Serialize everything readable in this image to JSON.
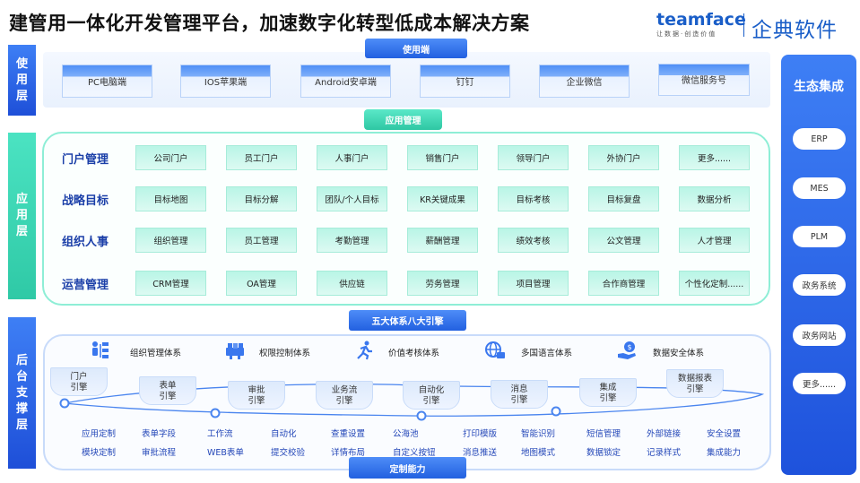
{
  "title": "建管用一体化开发管理平台，加速数字化转型低成本解决方案",
  "logo": {
    "brand": "teamface",
    "slogan": "让数据·创造价值",
    "company": "企典软件"
  },
  "layers": {
    "user": "使用层",
    "app": "应用层",
    "backend": "后台支撑层"
  },
  "pills": {
    "user": "使用端",
    "app": "应用管理",
    "engine": "五大体系八大引擎",
    "custom": "定制能力"
  },
  "user_endpoints": [
    "PC电脑端",
    "IOS苹果端",
    "Android安卓端",
    "钉钉",
    "企业微信",
    "微信服务号"
  ],
  "app_rows": [
    {
      "label": "门户管理",
      "items": [
        "公司门户",
        "员工门户",
        "人事门户",
        "销售门户",
        "领导门户",
        "外协门户",
        "更多......"
      ]
    },
    {
      "label": "战略目标",
      "items": [
        "目标地图",
        "目标分解",
        "团队/个人目标",
        "KR关键成果",
        "目标考核",
        "目标复盘",
        "数据分析"
      ]
    },
    {
      "label": "组织人事",
      "items": [
        "组织管理",
        "员工管理",
        "考勤管理",
        "薪酬管理",
        "绩效考核",
        "公文管理",
        "人才管理"
      ]
    },
    {
      "label": "运营管理",
      "items": [
        "CRM管理",
        "OA管理",
        "供应链",
        "劳务管理",
        "项目管理",
        "合作商管理",
        "个性化定制......"
      ]
    }
  ],
  "systems": [
    {
      "label": "组织管理体系",
      "icon": "org-chart-icon"
    },
    {
      "label": "权限控制体系",
      "icon": "permission-icon"
    },
    {
      "label": "价值考核体系",
      "icon": "runner-icon"
    },
    {
      "label": "多国语言体系",
      "icon": "globe-icon"
    },
    {
      "label": "数据安全体系",
      "icon": "money-hand-icon"
    }
  ],
  "engines": [
    {
      "line1": "门户",
      "line2": "引擎"
    },
    {
      "line1": "表单",
      "line2": "引擎"
    },
    {
      "line1": "审批",
      "line2": "引擎"
    },
    {
      "line1": "业务流",
      "line2": "引擎"
    },
    {
      "line1": "自动化",
      "line2": "引擎"
    },
    {
      "line1": "消息",
      "line2": "引擎"
    },
    {
      "line1": "集成",
      "line2": "引擎"
    },
    {
      "line1": "数据报表",
      "line2": "引擎"
    }
  ],
  "capabilities_row1": [
    "应用定制",
    "表单字段",
    "工作流",
    "自动化",
    "查重设置",
    "公海池",
    "打印模版",
    "智能识别",
    "短信管理",
    "外部链接",
    "安全设置"
  ],
  "capabilities_row2": [
    "模块定制",
    "审批流程",
    "WEB表单",
    "提交校验",
    "详情布局",
    "自定义按钮",
    "消息推送",
    "地图模式",
    "数据锁定",
    "记录样式",
    "集成能力"
  ],
  "ecosystem": {
    "title": "生态集成",
    "items": [
      "ERP",
      "MES",
      "PLM",
      "政务系统",
      "政务网站",
      "更多......"
    ]
  },
  "colors": {
    "primary_blue": "#2260e0",
    "teal": "#2ec7a3",
    "title_blue": "#1b3fa8"
  }
}
